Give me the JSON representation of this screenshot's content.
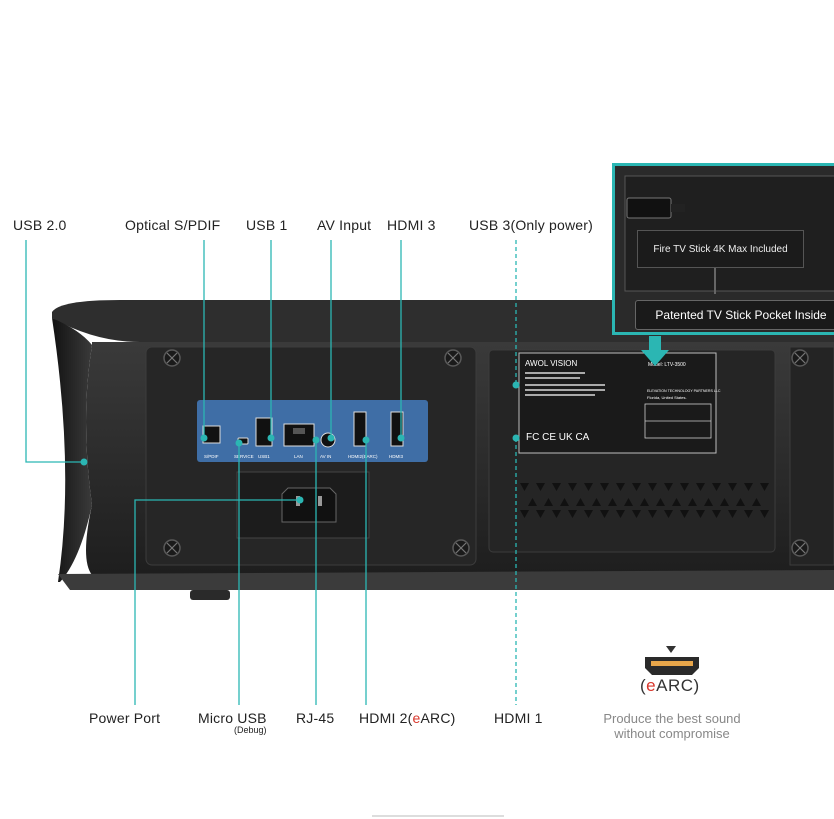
{
  "labels": {
    "usb20": "USB 2.0",
    "optical": "Optical S/PDIF",
    "usb1": "USB 1",
    "av_input": "AV Input",
    "hdmi3": "HDMI 3",
    "usb3": "USB 3(Only power)",
    "power_port": "Power Port",
    "micro_usb": "Micro USB",
    "micro_usb_note": "(Debug)",
    "rj45": "RJ-45",
    "hdmi2_prefix": "HDMI 2(",
    "hdmi2_e": "e",
    "hdmi2_suffix": "ARC)",
    "hdmi1": "HDMI 1"
  },
  "callout": {
    "fire_stick": "Fire TV Stick 4K Max Included",
    "pocket": "Patented TV Stick Pocket Inside"
  },
  "earc": {
    "open": "(",
    "e": "e",
    "rest": "ARC)",
    "note_line1": "Produce the best sound",
    "note_line2": "without compromise"
  },
  "panel_ports": [
    "S/PDIF",
    "SERVICE",
    "USB1",
    "LAN",
    "AV IN",
    "HDMI2(EARC)",
    "HDMI3"
  ],
  "rating_label": {
    "brand": "AWOL VISION",
    "model": "Model: LTV-3500",
    "company": "ELEVATION TECHNOLOGY PARTNERS LLC",
    "location": "Florida, United States."
  },
  "colors": {
    "accent": "#2bb6b3",
    "earc_red": "#d9362b",
    "panel_blue": "#3f6ea6",
    "body_dark": "#2b2b2b"
  }
}
